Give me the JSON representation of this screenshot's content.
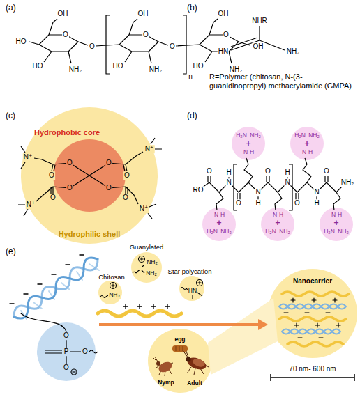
{
  "diagram": {
    "nodes": [
      {
        "text": [
          "Hydrophilic shell"
        ]
      },
      {
        "text": [
          "Hydrophobic core"
        ],
        "in": 0
      },
      {
        "text": [
          "N",
          "H",
          "+",
          "H₂N",
          "NH₂"
        ]
      },
      {
        "text": [
          "N",
          "H",
          "+",
          "H₂N",
          "NH₂"
        ]
      },
      {
        "text": [
          "N",
          "H",
          "+",
          "H₂N",
          "NH₂"
        ]
      },
      {
        "text": [
          "N",
          "H",
          "+",
          "H₂N",
          "NH₂"
        ]
      },
      {
        "text": [
          "N",
          "H",
          "+",
          "H₂N",
          "NH₂"
        ]
      },
      {
        "text": [
          "O",
          "P",
          "O",
          "O"
        ]
      },
      {
        "text": [
          "Chitosan",
          "NH₃"
        ]
      },
      {
        "text": [
          "Guanylated",
          "NH₂",
          "NH₂"
        ]
      },
      {
        "text": [
          "Star polycation",
          "HN"
        ]
      },
      {
        "text": [
          "egg",
          "Nymp",
          "Adult"
        ]
      },
      {
        "text": [
          "Nanocarrier"
        ]
      }
    ],
    "labels": [
      "(a)",
      "OH",
      "OH",
      "OH",
      "O",
      "O",
      "O",
      "HO",
      "O",
      "O",
      "OH",
      "HO",
      "NH₂",
      "HO",
      "NH₂",
      "HO",
      "NH₂",
      "n",
      "(b)",
      "NHR",
      "HN",
      "NH₂",
      "R=Polymer (chitosan, N-(3-guanidinopropyl) methacrylamide (GMPA)",
      "(c)",
      "N⁺",
      "N⁺",
      "N⁺",
      "N⁺",
      "O",
      "O",
      "O",
      "O",
      "O",
      "O",
      "O",
      "O",
      "(d)",
      "RO",
      "O",
      "N",
      "H",
      "O",
      "N",
      "H",
      "O",
      "N",
      "H",
      "O",
      "N",
      "H",
      "O",
      "NH₂",
      "(e)",
      "70 nm- 600 nm"
    ]
  }
}
